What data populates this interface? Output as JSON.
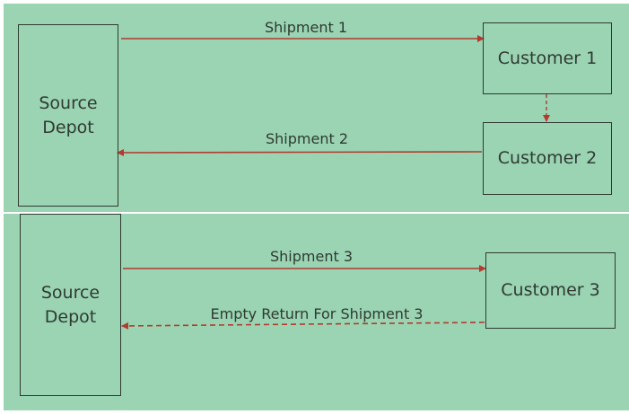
{
  "nodes": {
    "depot_top": {
      "label_line1": "Source",
      "label_line2": "Depot"
    },
    "customer_1": {
      "label": "Customer 1"
    },
    "customer_2": {
      "label": "Customer 2"
    },
    "depot_bottom": {
      "label_line1": "Source",
      "label_line2": "Depot"
    },
    "customer_3": {
      "label": "Customer 3"
    }
  },
  "edges": {
    "shipment_1": {
      "label": "Shipment 1",
      "style": "solid"
    },
    "shipment_2": {
      "label": "Shipment 2",
      "style": "solid"
    },
    "customer_1_to_2": {
      "label": "",
      "style": "dashed"
    },
    "shipment_3": {
      "label": "Shipment 3",
      "style": "solid"
    },
    "empty_return_3": {
      "label": "Empty Return For Shipment 3",
      "style": "dashed"
    }
  },
  "colors": {
    "background": "#9ad4b3",
    "panel_divider": "#ffffff",
    "node_border": "#2f3a33",
    "text": "#2f3a33",
    "arrow": "#b23a2e"
  }
}
